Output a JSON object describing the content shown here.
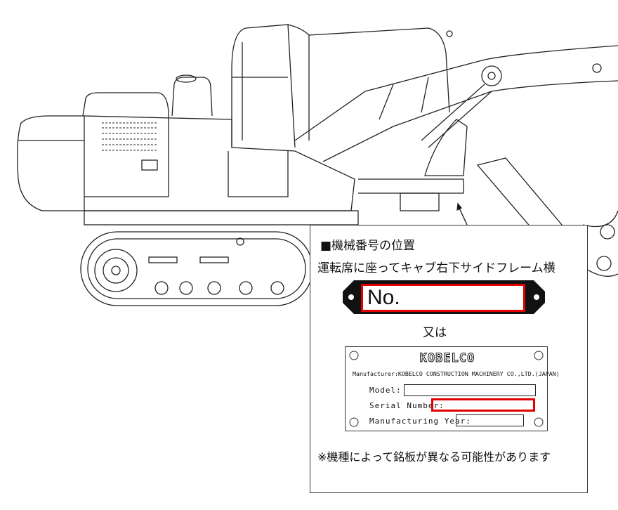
{
  "info_box": {
    "title": "■機械番号の位置",
    "location": "運転席に座ってキャブ右下サイドフレーム横",
    "plate_label": "No.",
    "or_text": "又は",
    "nameplate": {
      "brand": "KOBELCO",
      "manufacturer": "Manufacturer:KOBELCO CONSTRUCTION MACHINERY CO.,LTD.(JAPAN)",
      "model_label": "Model:",
      "serial_label": "Serial Number:",
      "year_label": "Manufacturing Year:"
    },
    "note": "※機種によって銘板が異なる可能性があります"
  },
  "colors": {
    "highlight": "#e00000",
    "line": "#222222"
  }
}
